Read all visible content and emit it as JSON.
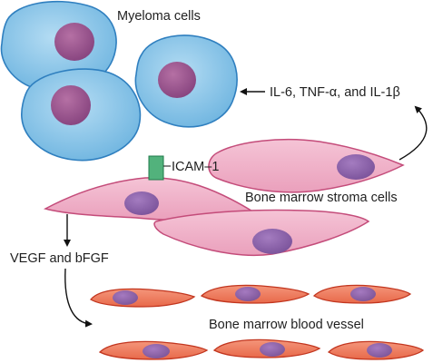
{
  "labels": {
    "myeloma": "Myeloma cells",
    "cytokines": "IL-6, TNF-α, and IL-1β",
    "icam": "ICAM–1",
    "stroma": "Bone marrow stroma cells",
    "growth_factors": "VEGF and bFGF",
    "vessel": "Bone marrow blood vessel"
  },
  "colors": {
    "myeloma_cell": "#7fc1e6",
    "myeloma_outline": "#2f7fbf",
    "myeloma_nucleus": "#94508a",
    "stroma_cell": "#f0b0c6",
    "stroma_outline": "#c44c7a",
    "stroma_nucleus": "#8d63a9",
    "icam_marker": "#52b27c",
    "endothelial_cell": "#ef8062",
    "endothelial_outline": "#c2361f",
    "endothelial_nucleus": "#8e5fa3"
  }
}
